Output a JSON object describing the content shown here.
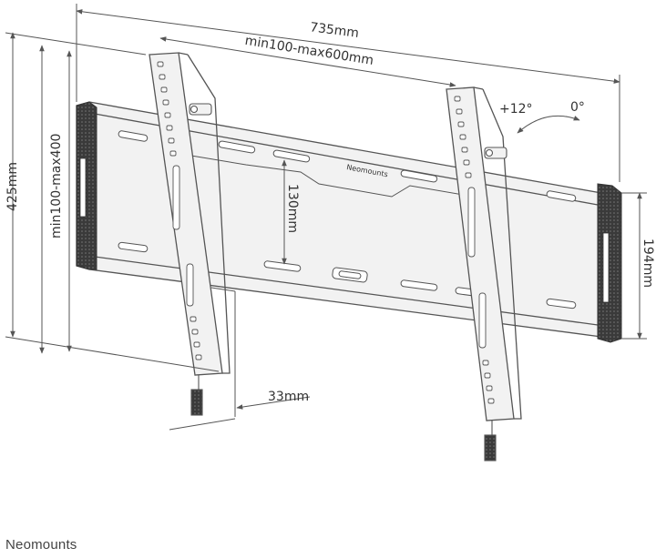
{
  "dimensions": {
    "overall_width": "735mm",
    "arm_spacing": "min100-max600mm",
    "overall_height": "425mm",
    "arm_height": "min100-max400",
    "rail_spacing": "130mm",
    "plate_height": "194mm",
    "wall_distance": "33mm"
  },
  "tilt": {
    "up": "+12°",
    "zero": "0°"
  },
  "plate_logo": "Neomounts",
  "footer_brand": "Neomounts",
  "colors": {
    "line": "#555555",
    "metal": "#f2f2f2",
    "dark_pad": "#3a3a3a"
  }
}
